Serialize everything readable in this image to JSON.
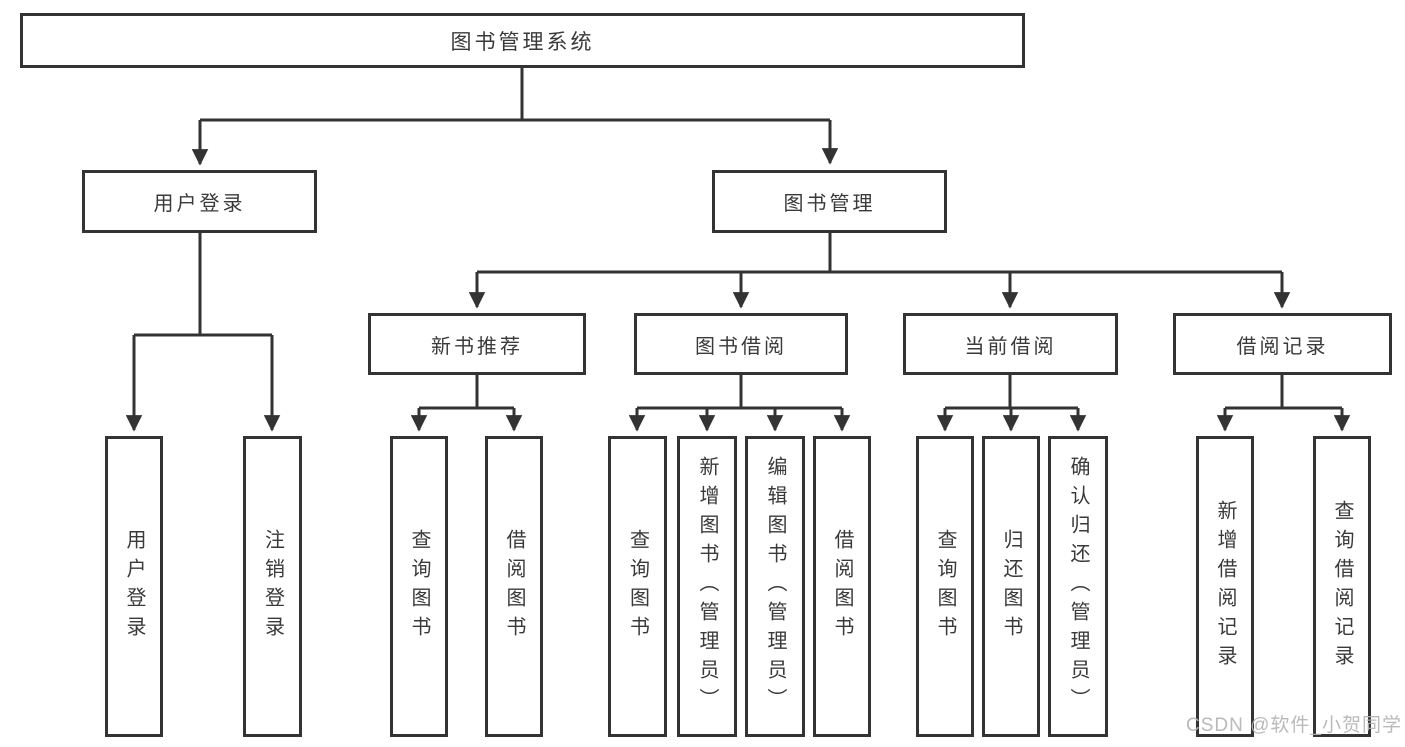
{
  "tree": {
    "label": "图书管理系统",
    "children": [
      {
        "label": "用户登录",
        "children": [
          {
            "label": "用户登录"
          },
          {
            "label": "注销登录"
          }
        ]
      },
      {
        "label": "图书管理",
        "children": [
          {
            "label": "新书推荐",
            "children": [
              {
                "label": "查询图书"
              },
              {
                "label": "借阅图书"
              }
            ]
          },
          {
            "label": "图书借阅",
            "children": [
              {
                "label": "查询图书"
              },
              {
                "label": "新增图书（管理员）"
              },
              {
                "label": "编辑图书（管理员）"
              },
              {
                "label": "借阅图书"
              }
            ]
          },
          {
            "label": "当前借阅",
            "children": [
              {
                "label": "查询图书"
              },
              {
                "label": "归还图书"
              },
              {
                "label": "确认归还（管理员）"
              }
            ]
          },
          {
            "label": "借阅记录",
            "children": [
              {
                "label": "新增借阅记录"
              },
              {
                "label": "查询借阅记录"
              }
            ]
          }
        ]
      }
    ]
  },
  "watermark": "CSDN @软件_小贺同学",
  "colors": {
    "line": "#333333",
    "text": "#3a3a3a",
    "box_background": "#ffffff",
    "watermark": "#b3b3b3"
  }
}
